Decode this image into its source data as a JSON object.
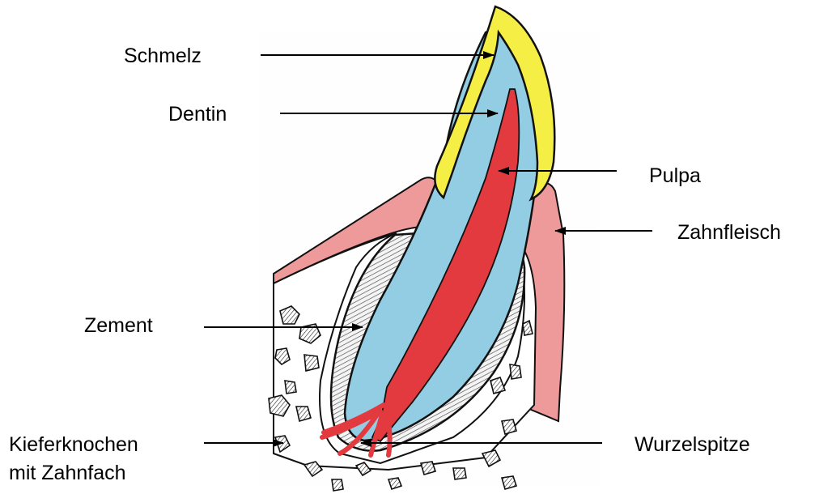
{
  "labels": {
    "schmelz": "Schmelz",
    "dentin": "Dentin",
    "pulpa": "Pulpa",
    "zahnfleisch": "Zahnfleisch",
    "zement": "Zement",
    "kieferknochen_line1": "Kieferknochen",
    "kieferknochen_line2": "mit Zahnfach",
    "wurzelspitze": "Wurzelspitze"
  },
  "colors": {
    "enamel": "#f5ef45",
    "dentin": "#92cde3",
    "pulp": "#e23a3f",
    "gum": "#ef9a9a",
    "bone": "#ffffff",
    "outline": "#111111"
  }
}
